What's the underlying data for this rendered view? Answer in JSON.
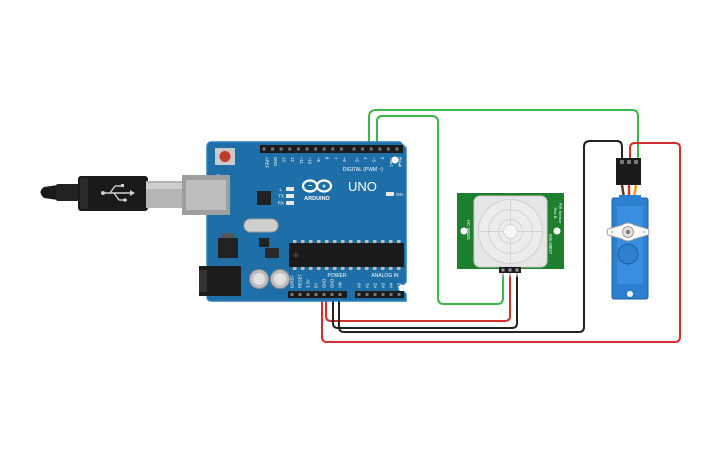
{
  "arduino": {
    "logo_text": "ARDUINO",
    "model": "UNO",
    "digital_label": "DIGITAL (PWM ~)",
    "power_label": "POWER",
    "analog_label": "ANALOG IN",
    "on_label": "ON",
    "tx_label": "TX",
    "rx_label": "RX",
    "l_label": "L",
    "top_pin_labels": [
      "AREF",
      "GND",
      "13",
      "12",
      "~11",
      "~10",
      "~9",
      "8",
      "7",
      "~6",
      "~5",
      "4",
      "~3",
      "2",
      "TX▸1",
      "RX◂0"
    ],
    "bottom_pin_labels": [
      "IOREF",
      "RESET",
      "3.3V",
      "5V",
      "GND",
      "GND",
      "Vin",
      "A0",
      "A1",
      "A2",
      "A3",
      "A4",
      "A5"
    ]
  },
  "pir_sensor": {
    "left_text": "HC-SR501",
    "right_text_1": "555-28027",
    "right_text_2": "Rev B",
    "right_text_3": "PIR Sensor"
  },
  "colors": {
    "board": "#1e6fa8",
    "board_edge": "#2b7dbd",
    "sensor_pcb": "#1e7f2e",
    "servo_body": "#2d7fd0",
    "wire_signal": "#3cb54a",
    "wire_power": "#d32f2f",
    "wire_ground": "#222222",
    "usb_cable": "#1a1a1a"
  }
}
